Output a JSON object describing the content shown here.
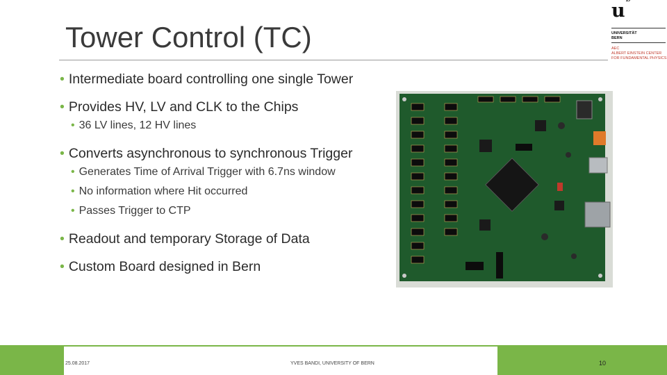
{
  "slide": {
    "title": "Tower Control (TC)",
    "bullets": [
      {
        "level": 1,
        "text": "Intermediate board controlling one single Tower"
      },
      {
        "level": 1,
        "text": "Provides HV, LV and CLK to the Chips"
      },
      {
        "level": 2,
        "text": "36 LV lines, 12 HV lines"
      },
      {
        "level": 1,
        "text": "Converts asynchronous to synchronous Trigger"
      },
      {
        "level": 2,
        "text": "Generates Time of Arrival Trigger with 6.7ns window"
      },
      {
        "level": 2,
        "text": "No information where Hit occurred"
      },
      {
        "level": 2,
        "text": "Passes Trigger to CTP"
      },
      {
        "level": 1,
        "text": "Readout and temporary Storage of Data"
      },
      {
        "level": 1,
        "text": "Custom Board designed in Bern"
      }
    ]
  },
  "logo": {
    "mark": "u",
    "superscript": "b",
    "line1": "UNIVERSITÄT",
    "line2": "BERN",
    "line3": "AEC",
    "line4": "ALBERT EINSTEIN CENTER",
    "line5": "FOR FUNDAMENTAL PHYSICS"
  },
  "footer": {
    "date": "25.08.2017",
    "author": "YVES BANDI, UNIVERSITY OF BERN",
    "page": "10"
  },
  "colors": {
    "accent_green": "#7ab648",
    "pcb_green": "#1f5a2c"
  }
}
